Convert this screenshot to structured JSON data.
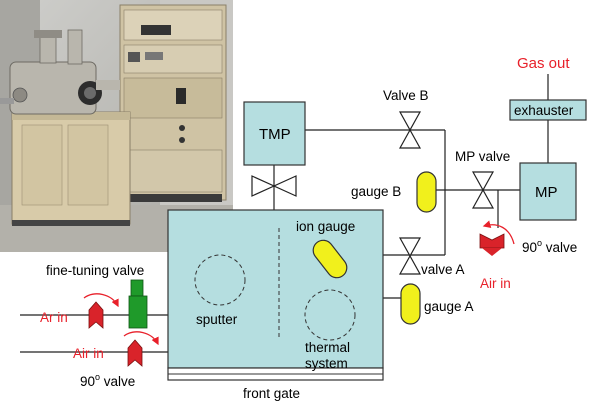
{
  "labels": {
    "valve_b": "Valve B",
    "tmp": "TMP",
    "exhauster": "exhauster",
    "gas_out": "Gas out",
    "mp_valve": "MP valve",
    "mp": "MP",
    "gauge_b": "gauge B",
    "ion_gauge": "ion gauge",
    "valve_a": "valve A",
    "valve_90_right_prefix": "90",
    "valve_90_right_sup": "o",
    "valve_90_right_suffix": " valve",
    "air_in_right": "Air in",
    "gauge_a": "gauge A",
    "fine_tuning_valve": "fine-tuning valve",
    "ar_in": "Ar in",
    "air_in_left": "Air in",
    "sputter": "sputter",
    "thermal_line1": "thermal",
    "thermal_line2": "system",
    "valve_90_left_prefix": "90",
    "valve_90_left_sup": "o",
    "valve_90_left_suffix": " valve",
    "front_gate": "front gate"
  },
  "colors": {
    "chamber": "#b5dee0",
    "gauge": "#f1f01c",
    "red_text": "#e8202a",
    "fine_tuning_valve": "#1f9a2a",
    "air_valve": "#d9232a"
  }
}
